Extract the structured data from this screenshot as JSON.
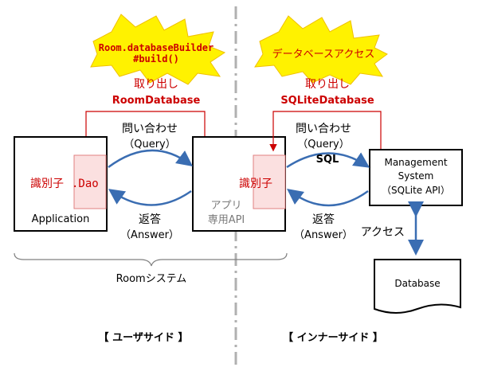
{
  "left": {
    "burst_text": [
      "Room.databaseBuilder",
      "#build()"
    ],
    "retrieve_label": "取り出し",
    "retrieve_object": "RoomDatabase",
    "app_box_label": "Application",
    "identifier_label": "識別子",
    "identifier_suffix": ".Dao",
    "api_box_label": [
      "アプリ",
      "専用API"
    ],
    "query_label": [
      "問い合わせ",
      "（Query）"
    ],
    "answer_label": [
      "返答",
      "（Answer）"
    ],
    "system_label": "Roomシステム",
    "side_title": "【 ユーザサイド 】"
  },
  "right": {
    "burst_text": "データベースアクセス",
    "retrieve_label": "取り出し",
    "retrieve_object": "SQLiteDatabase",
    "identifier_label": "識別子",
    "query_label": [
      "問い合わせ",
      "（Query）",
      "SQL"
    ],
    "answer_label": [
      "返答",
      "（Answer）"
    ],
    "mgmt_box_label": [
      "Management",
      "System",
      "（SQLite API）"
    ],
    "access_label": "アクセス",
    "db_label": "Database",
    "side_title": "【 インナーサイド 】"
  },
  "colors": {
    "red": "#cc0000",
    "arrow_blue": "#3a6db2",
    "burst_yellow": "#fff200",
    "identifier_fill": "#fbe0e0",
    "separator": "#b0b0b0"
  }
}
